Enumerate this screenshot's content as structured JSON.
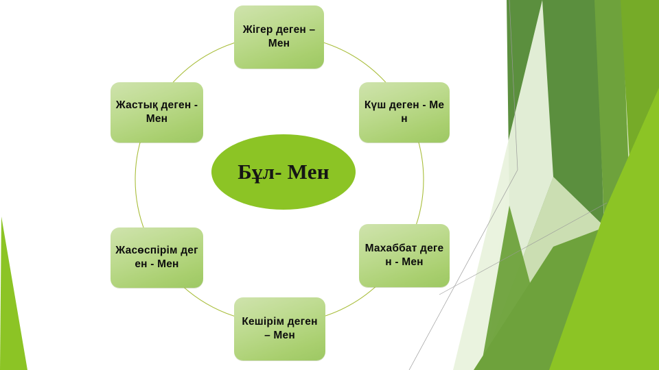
{
  "slide": {
    "title": "Бұл- Мен",
    "background_color": "#ffffff"
  },
  "diagram": {
    "type": "radial-cycle",
    "center": {
      "label": "Бұл- Мен",
      "fill_color": "#8cc425",
      "text_color": "#151515"
    },
    "ring": {
      "stroke_color": "#a8bd3a"
    },
    "node_style": {
      "gradient_from": "#cfe3ad",
      "gradient_to": "#9dc863",
      "text_color": "#0d0d0d"
    },
    "nodes": [
      {
        "id": "zhiger",
        "label": "Жігер деген – Мен",
        "position": "top"
      },
      {
        "id": "kush",
        "label": "Күш деген - Мен",
        "position": "right-upper"
      },
      {
        "id": "mahabbat",
        "label": "Махаббат деген - Мен",
        "position": "right-lower"
      },
      {
        "id": "keshirim",
        "label": "Кешірім деген – Мен",
        "position": "bottom"
      },
      {
        "id": "zhasospirim",
        "label": "Жасөспірім деген - Мен",
        "position": "left-lower"
      },
      {
        "id": "zhastyq",
        "label": "Жастық деген - Мен",
        "position": "left-upper"
      }
    ]
  },
  "decoration": {
    "name": "facet-theme-corner-graphic",
    "colors": {
      "dark_green": "#5b8f3e",
      "mid_green": "#6ea23c",
      "bright_green": "#8cc425",
      "lime_green": "#76ab28",
      "pale_green": "#d7e7bf",
      "very_pale_green": "#e8f1db",
      "hairline": "#8a8a8a"
    }
  }
}
